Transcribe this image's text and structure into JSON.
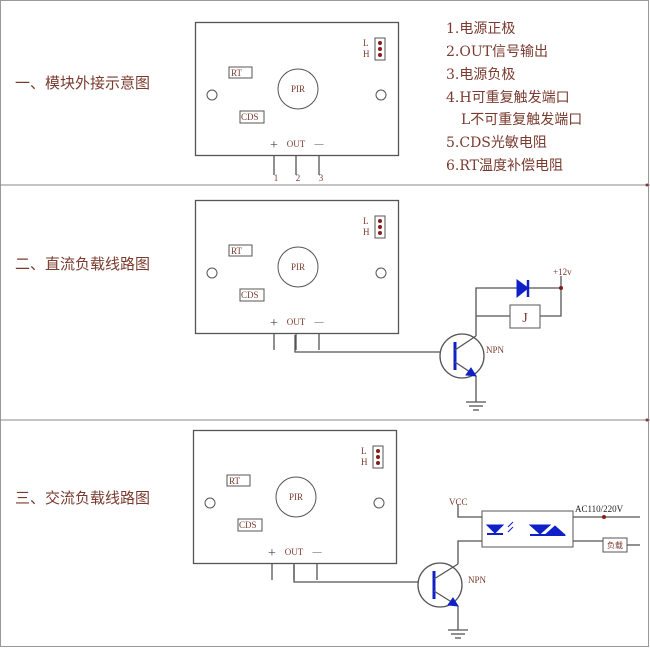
{
  "sections": [
    {
      "title": "一、模块外接示意图"
    },
    {
      "title": "二、直流负载线路图"
    },
    {
      "title": "三、交流负载线路图"
    }
  ],
  "board": {
    "l": "L",
    "h": "H",
    "rt": "RT",
    "cds": "CDS",
    "pir": "PIR",
    "plus": "+",
    "out": "OUT",
    "minus": "—"
  },
  "pins": [
    "1",
    "2",
    "3"
  ],
  "legend": [
    "1.电源正极",
    "2.OUT信号输出",
    "3.电源负极",
    "4.H可重复触发端口",
    "L不可重复触发端口",
    "5.CDS光敏电阻",
    "6.RT温度补偿电阻"
  ],
  "dc": {
    "supply": "+12v",
    "relay": "J",
    "transistor": "NPN"
  },
  "ac": {
    "vcc": "VCC",
    "mains": "AC110/220V",
    "load": "负载",
    "transistor": "NPN"
  },
  "colors": {
    "text": "#7a3b2e",
    "symbol": "#1020c8"
  }
}
